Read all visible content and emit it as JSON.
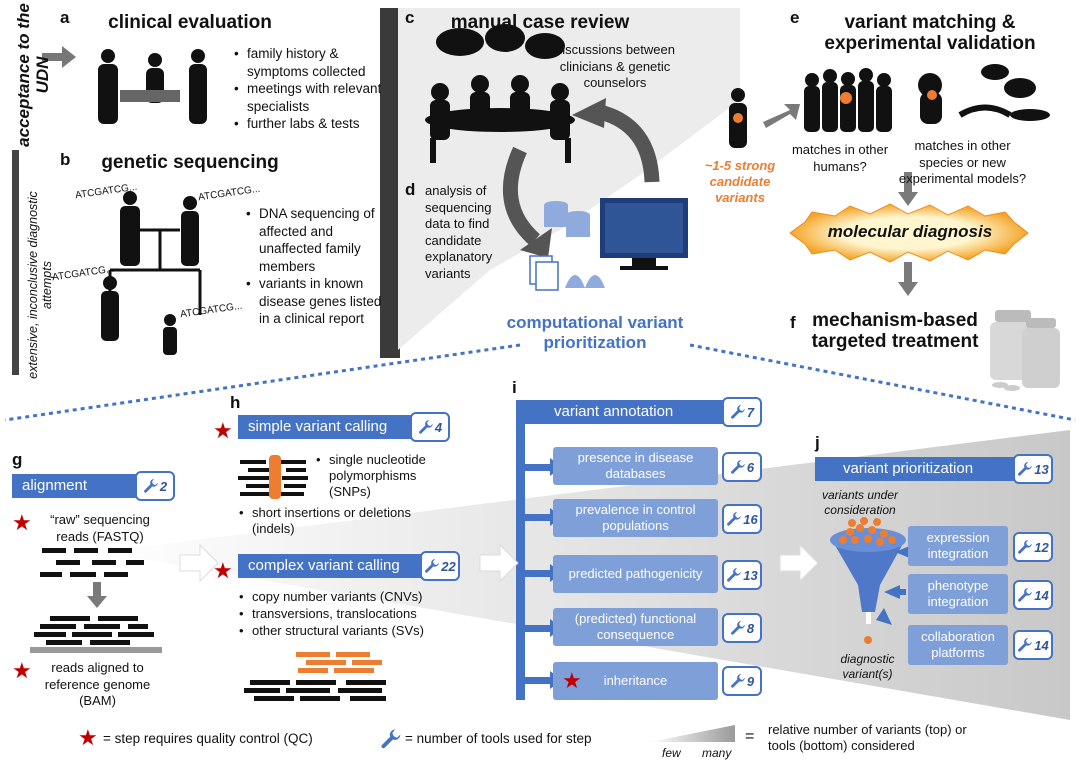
{
  "colors": {
    "blue": "#4472c4",
    "light_blue": "#7f9fd9",
    "orange": "#ed7d31",
    "star_red": "#c00000",
    "grey_panel": "#ececec"
  },
  "side_labels": {
    "acceptance": "acceptance to the UDN",
    "attempts": "extensive, inconclusive diagnostic attempts"
  },
  "panel_a": {
    "letter": "a",
    "title": "clinical evaluation",
    "bullets": [
      "family history & symptoms collected",
      "meetings with relevant specialists",
      "further labs & tests"
    ]
  },
  "panel_b": {
    "letter": "b",
    "title": "genetic sequencing",
    "seq_label": "ATCGATCG...",
    "bullets": [
      "DNA sequencing of affected and unaffected family members",
      "variants in known disease genes listed in a clinical report"
    ]
  },
  "panel_c": {
    "letter": "c",
    "title": "manual case review",
    "discussion": "discussions between clinicians & genetic counselors"
  },
  "panel_d": {
    "letter": "d",
    "text": "analysis of sequencing data to find candidate explanatory variants",
    "prioritization": "computational variant prioritization"
  },
  "candidates": "~1-5 strong candidate variants",
  "panel_e": {
    "letter": "e",
    "title": "variant matching & experimental validation",
    "humans": "matches in other humans?",
    "species": "matches in other species or new experimental models?",
    "diagnosis": "molecular diagnosis"
  },
  "panel_f": {
    "letter": "f",
    "title": "mechanism-based targeted treatment"
  },
  "panel_g": {
    "letter": "g",
    "label": "alignment",
    "tools": "2",
    "raw": "“raw” sequencing reads (FASTQ)",
    "aligned": "reads aligned to reference genome (BAM)"
  },
  "panel_h": {
    "letter": "h",
    "simple": {
      "label": "simple variant calling",
      "tools": "4",
      "snp": "single nucleotide polymorphisms (SNPs)",
      "indel": "short insertions or deletions (indels)"
    },
    "complex": {
      "label": "complex variant calling",
      "tools": "22",
      "bullets": [
        "copy number variants (CNVs)",
        "transversions, translocations",
        "other structural variants (SVs)"
      ]
    }
  },
  "panel_i": {
    "letter": "i",
    "label": "variant annotation",
    "tools": "7",
    "items": [
      {
        "label": "presence in disease databases",
        "tools": "6"
      },
      {
        "label": "prevalence in control populations",
        "tools": "16"
      },
      {
        "label": "predicted pathogenicity",
        "tools": "13"
      },
      {
        "label": "(predicted) functional consequence",
        "tools": "8"
      },
      {
        "label": "inheritance",
        "tools": "9"
      }
    ]
  },
  "panel_j": {
    "letter": "j",
    "label": "variant prioritization",
    "tools": "13",
    "under": "variants under consideration",
    "diagnostic": "diagnostic variant(s)",
    "items": [
      {
        "label": "expression integration",
        "tools": "12"
      },
      {
        "label": "phenotype integration",
        "tools": "14"
      },
      {
        "label": "collaboration platforms",
        "tools": "14"
      }
    ]
  },
  "legend": {
    "qc": "= step requires quality control (QC)",
    "tools": "= number of tools used for step",
    "few": "few",
    "many": "many",
    "eq": "=",
    "relative": "relative number of variants (top) or tools (bottom) considered"
  }
}
